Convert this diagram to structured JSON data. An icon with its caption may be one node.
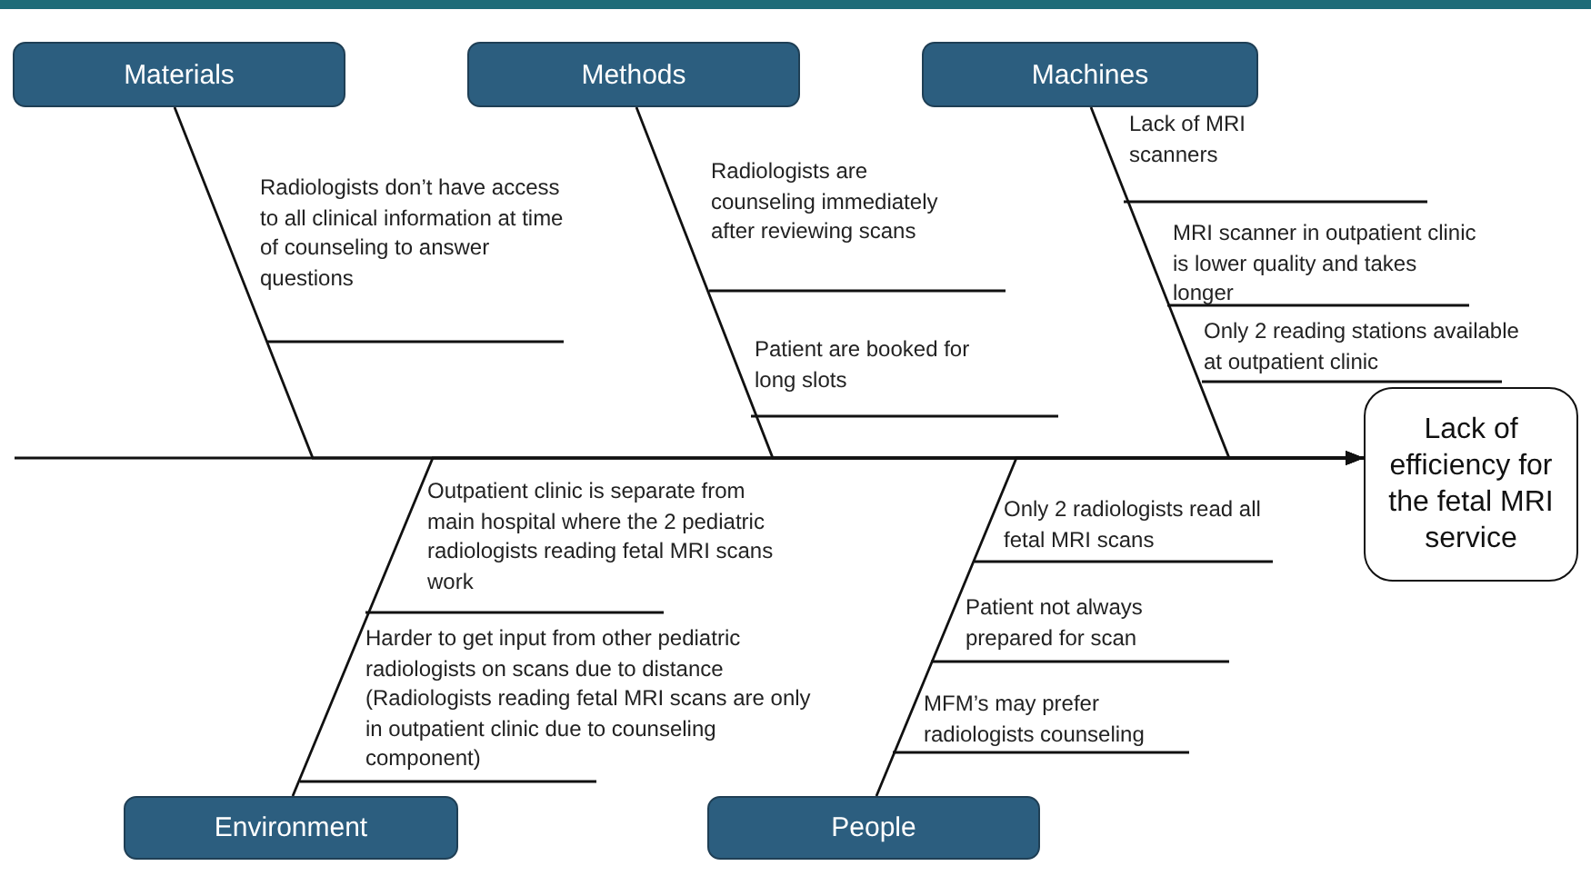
{
  "diagram": {
    "nodes": [
      {
        "text": [
          "Materials"
        ]
      },
      {
        "text": [
          "Methods"
        ]
      },
      {
        "text": [
          "Machines"
        ]
      },
      {
        "text": [
          "Lack of efficiency for the fetal MRI service"
        ]
      },
      {
        "text": [
          "Environment"
        ]
      },
      {
        "text": [
          "People"
        ]
      }
    ],
    "edges": [
      {
        "from": null,
        "to": 3,
        "arrow": "to"
      },
      {
        "from": 0,
        "to": 3,
        "arrow": "to"
      },
      {
        "from": 1,
        "to": 3,
        "arrow": "to"
      },
      {
        "from": 2,
        "to": 3,
        "arrow": "to"
      },
      {
        "from": 4,
        "to": 3,
        "arrow": "to"
      },
      {
        "from": 5,
        "to": 3,
        "arrow": "to"
      }
    ],
    "labels": [
      "Radiologists don’t have access to all clinical information at time of counseling to answer questions",
      "Radiologists are counseling immediately after reviewing scans",
      "Patient are booked for long slots",
      "Lack of MRI scanners",
      "MRI scanner in outpatient clinic is lower quality and takes longer",
      "Only 2 reading stations available at outpatient clinic",
      "Outpatient clinic is separate from main hospital where the 2 pediatric radiologists reading fetal MRI scans work",
      "Harder to get input from other pediatric radiologists on scans due to distance (Radiologists reading fetal MRI scans are only in outpatient clinic due to counseling component)",
      "Only 2 radiologists read all fetal MRI scans",
      "Patient not always prepared for scan",
      "MFM’s may prefer radiologists counseling"
    ]
  }
}
